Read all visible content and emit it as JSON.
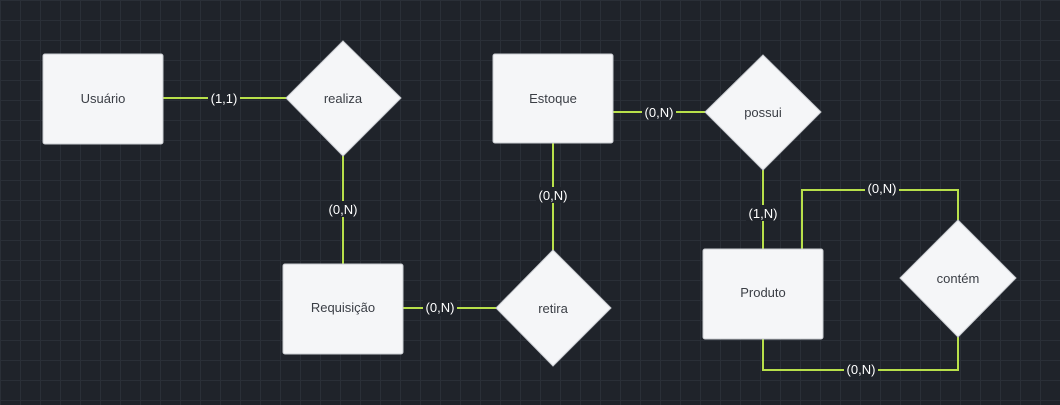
{
  "colors": {
    "background": "#1f232a",
    "connector": "#b8e04a",
    "shape_fill": "#f5f6f8",
    "shape_text": "#3a3e45",
    "label_text": "#ffffff"
  },
  "entities": {
    "usuario": "Usuário",
    "estoque": "Estoque",
    "requisicao": "Requisição",
    "produto": "Produto"
  },
  "relationships": {
    "realiza": "realiza",
    "possui": "possui",
    "retira": "retira",
    "contem": "contém"
  },
  "cardinalities": {
    "usuario_realiza": "(1,1)",
    "realiza_requisicao": "(0,N)",
    "estoque_possui": "(0,N)",
    "possui_produto": "(1,N)",
    "estoque_retira": "(0,N)",
    "requisicao_retira": "(0,N)",
    "produto_contem_top": "(0,N)",
    "produto_contem_bottom": "(0,N)"
  }
}
